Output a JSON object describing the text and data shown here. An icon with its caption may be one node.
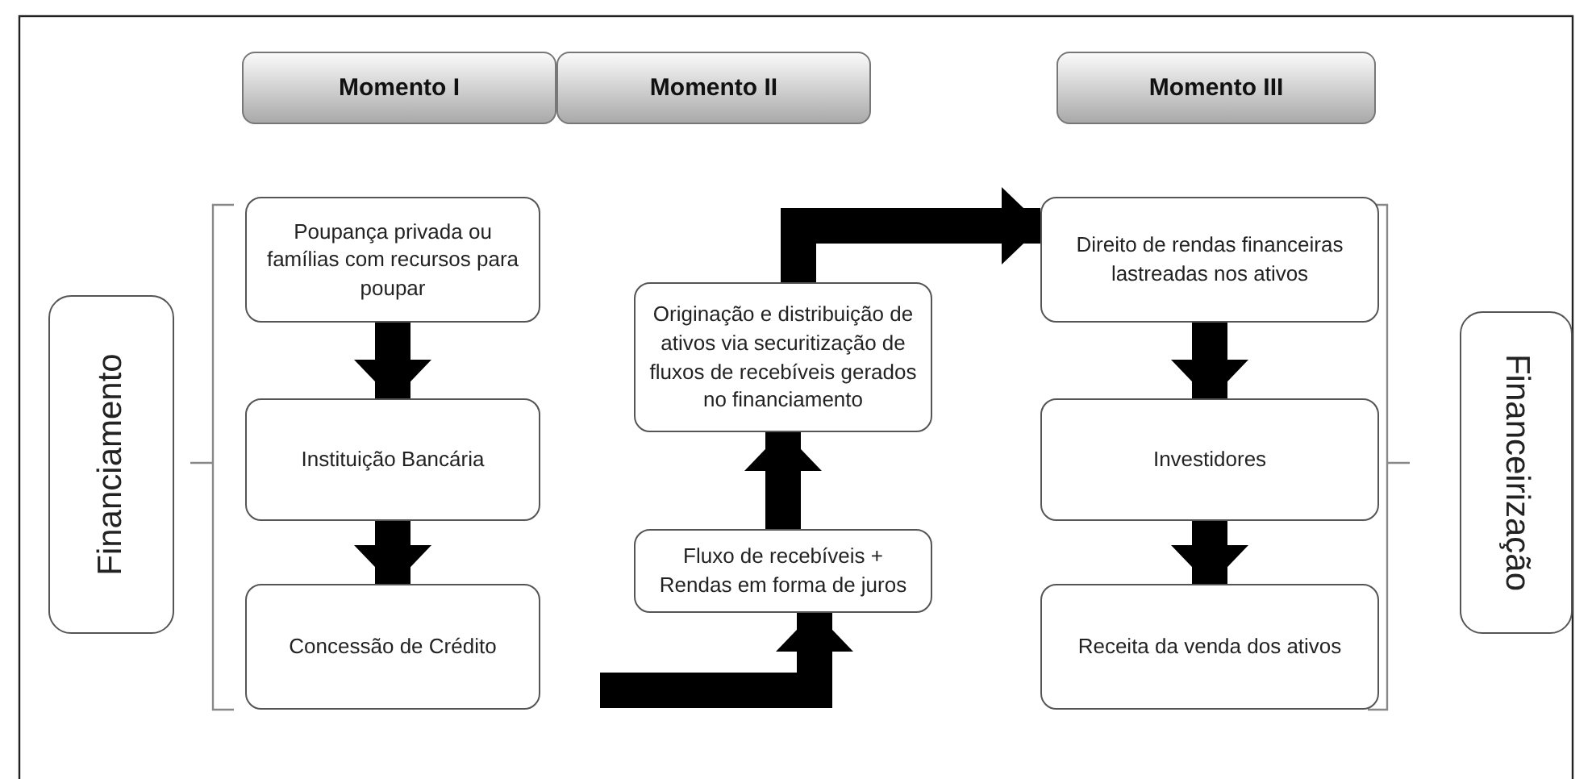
{
  "diagram": {
    "nodes": [
      {
        "text": [
          "Momento I"
        ]
      },
      {
        "text": [
          "Momento II"
        ]
      },
      {
        "text": [
          "Momento III"
        ]
      },
      {
        "text": [
          "Financiamento"
        ]
      },
      {
        "text": [
          "Poupança privada ou famílias com recursos para poupar"
        ]
      },
      {
        "text": [
          "Instituição Bancária"
        ]
      },
      {
        "text": [
          "Concessão de Crédito"
        ]
      },
      {
        "text": [
          "Originação e distribuição de ativos via securitização de fluxos de recebíveis gerados no financiamento"
        ]
      },
      {
        "text": [
          "Fluxo de recebíveis + Rendas em forma de juros"
        ]
      },
      {
        "text": [
          "Direito de rendas financeiras lastreadas nos ativos"
        ]
      },
      {
        "text": [
          "Investidores"
        ]
      },
      {
        "text": [
          "Receita da venda dos ativos"
        ]
      },
      {
        "text": [
          "Financeirização"
        ]
      }
    ],
    "edges": [
      {
        "from": 4,
        "to": 5,
        "arrow": "to"
      },
      {
        "from": 5,
        "to": 6,
        "arrow": "to"
      },
      {
        "from": 6,
        "to": 8,
        "arrow": "to"
      },
      {
        "from": 8,
        "to": 7,
        "arrow": "to"
      },
      {
        "from": 7,
        "to": 9,
        "arrow": "to"
      },
      {
        "from": 9,
        "to": 10,
        "arrow": "to"
      },
      {
        "from": 10,
        "to": 11,
        "arrow": "to"
      }
    ]
  }
}
